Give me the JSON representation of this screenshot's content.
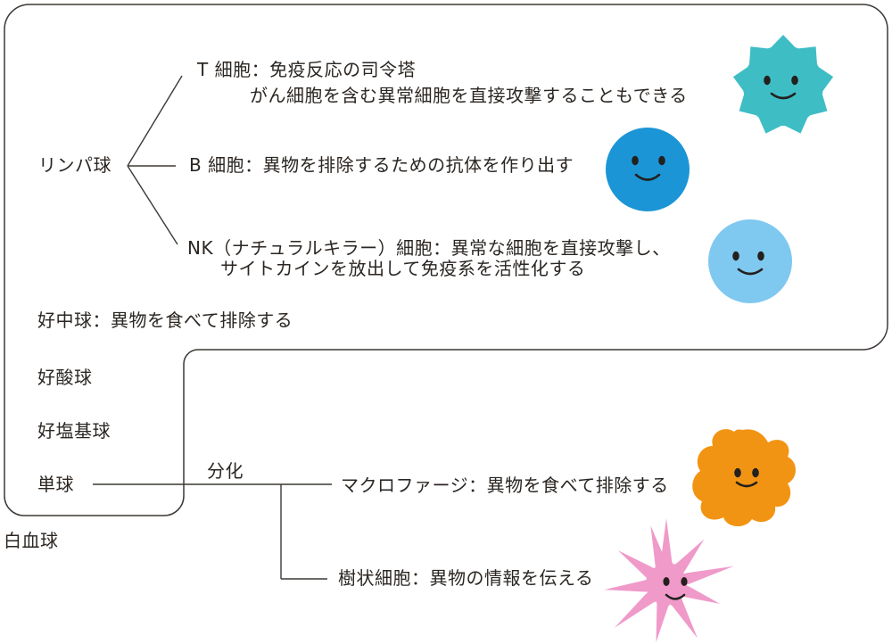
{
  "colors": {
    "line": "#3d3835",
    "text": "#2b2622",
    "face": "#23201e",
    "t_cell": "#3fbdc5",
    "b_cell": "#1b95d5",
    "nk_cell": "#7fc8f0",
    "macrophage": "#f29413",
    "dendritic_cell": "#f09aca"
  },
  "labels": {
    "leukocyte": "白血球",
    "lymphocyte": "リンパ球",
    "t_cell_line1": "T 細胞：免疫反応の司令塔",
    "t_cell_line2": "がん細胞を含む異常細胞を直接攻撃することもできる",
    "b_cell": "B 細胞：異物を排除するための抗体を作り出す",
    "nk_cell_line1": "NK（ナチュラルキラー）細胞：異常な細胞を直接攻撃し、",
    "nk_cell_line2": "サイトカインを放出して免疫系を活性化する",
    "neutrophil": "好中球：異物を食べて排除する",
    "eosinophil": "好酸球",
    "basophil": "好塩基球",
    "monocyte": "単球",
    "differentiation": "分化",
    "macrophage": "マクロファージ：異物を食べて排除する",
    "dendritic_cell": "樹状細胞：異物の情報を伝える"
  }
}
